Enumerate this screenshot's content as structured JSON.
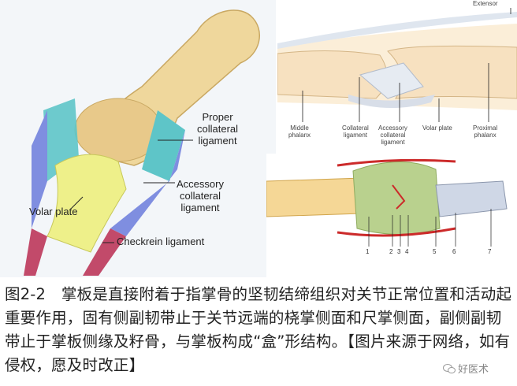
{
  "left_labels": {
    "proper": [
      "Proper",
      "collateral",
      "ligament"
    ],
    "accessory": [
      "Accessory",
      "collateral",
      "ligament"
    ],
    "volar": "Volar plate",
    "checkrein": "Checkrein ligament"
  },
  "rt_labels": {
    "extensor": "Extensor",
    "middle": [
      "Middle",
      "phalanx"
    ],
    "collateral": [
      "Collateral",
      "ligament"
    ],
    "accessory": [
      "Accessory",
      "collateral",
      "ligament"
    ],
    "volar": "Volar plate",
    "proximal": [
      "Proximal",
      "phalanx"
    ]
  },
  "rb_numbers": [
    "1",
    "2",
    "3",
    "4",
    "5",
    "6",
    "7"
  ],
  "caption": "图2-2　掌板是直接附着于指掌骨的坚韧结缔组织对关节正常位置和活动起重要作用，固有侧副韧带止于关节远端的桡掌侧面和尺掌侧面，副侧副韧带止于掌板侧缘及籽骨，与掌板构成“盒”形结构。【图片来源于网络，如有侵权，愿及时改正】",
  "watermark": "好医术"
}
